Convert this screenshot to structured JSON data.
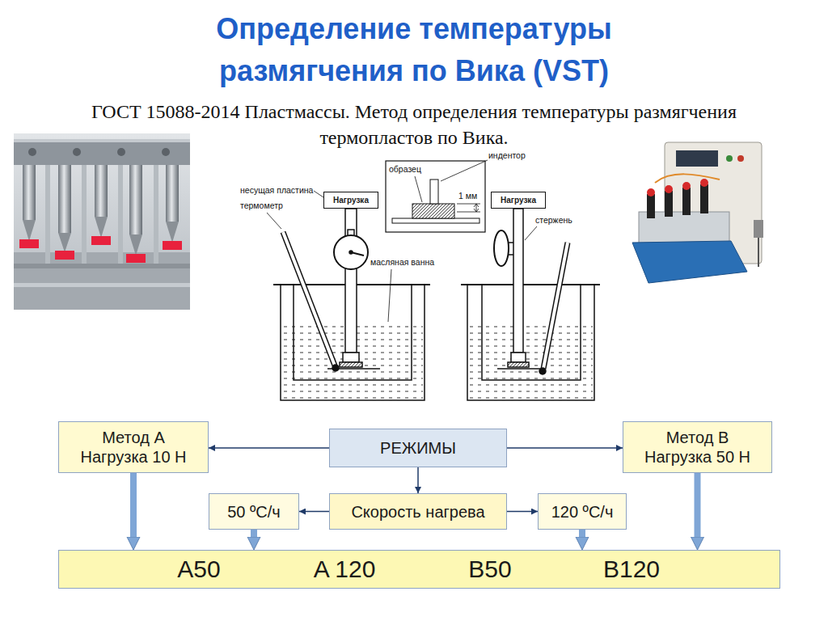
{
  "diagram": {
    "title": "Определение температуры размягчения по Вика (VST)",
    "nodes": [
      {
        "text": [
          "Нагрузка"
        ]
      },
      {
        "text": [
          "Нагрузка"
        ]
      },
      {
        "text": [
          "Метод А Нагрузка 10 Н"
        ]
      },
      {
        "text": [
          "РЕЖИМЫ"
        ]
      },
      {
        "text": [
          "Метод В Нагрузка 50 Н"
        ]
      },
      {
        "text": [
          "50 ºС/ч"
        ]
      },
      {
        "text": [
          "Скорость нагрева"
        ]
      },
      {
        "text": [
          "120 ºС/ч"
        ]
      },
      {
        "text": [
          "A50",
          "A 120",
          "B50",
          "B120"
        ]
      }
    ],
    "edges": [
      {
        "from": 3,
        "to": 2,
        "arrow": "to"
      },
      {
        "from": 3,
        "to": 4,
        "arrow": "to"
      },
      {
        "from": 3,
        "to": 6,
        "arrow": "to"
      },
      {
        "from": 6,
        "to": 5,
        "arrow": "to"
      },
      {
        "from": 6,
        "to": 7,
        "arrow": "to"
      },
      {
        "from": 2,
        "to": 8,
        "arrow": "to"
      },
      {
        "from": 5,
        "to": 8,
        "arrow": "to"
      },
      {
        "from": 7,
        "to": 8,
        "arrow": "to"
      },
      {
        "from": 4,
        "to": 8,
        "arrow": "to"
      }
    ],
    "labels": [
      "ГОСТ 15088-2014 Пластмассы. Метод определения температуры размягчения термопластов по Вика.",
      "несущая пластина",
      "термометр",
      "масляная ванна",
      "образец",
      "индентор",
      "1 мм",
      "стержень"
    ]
  }
}
